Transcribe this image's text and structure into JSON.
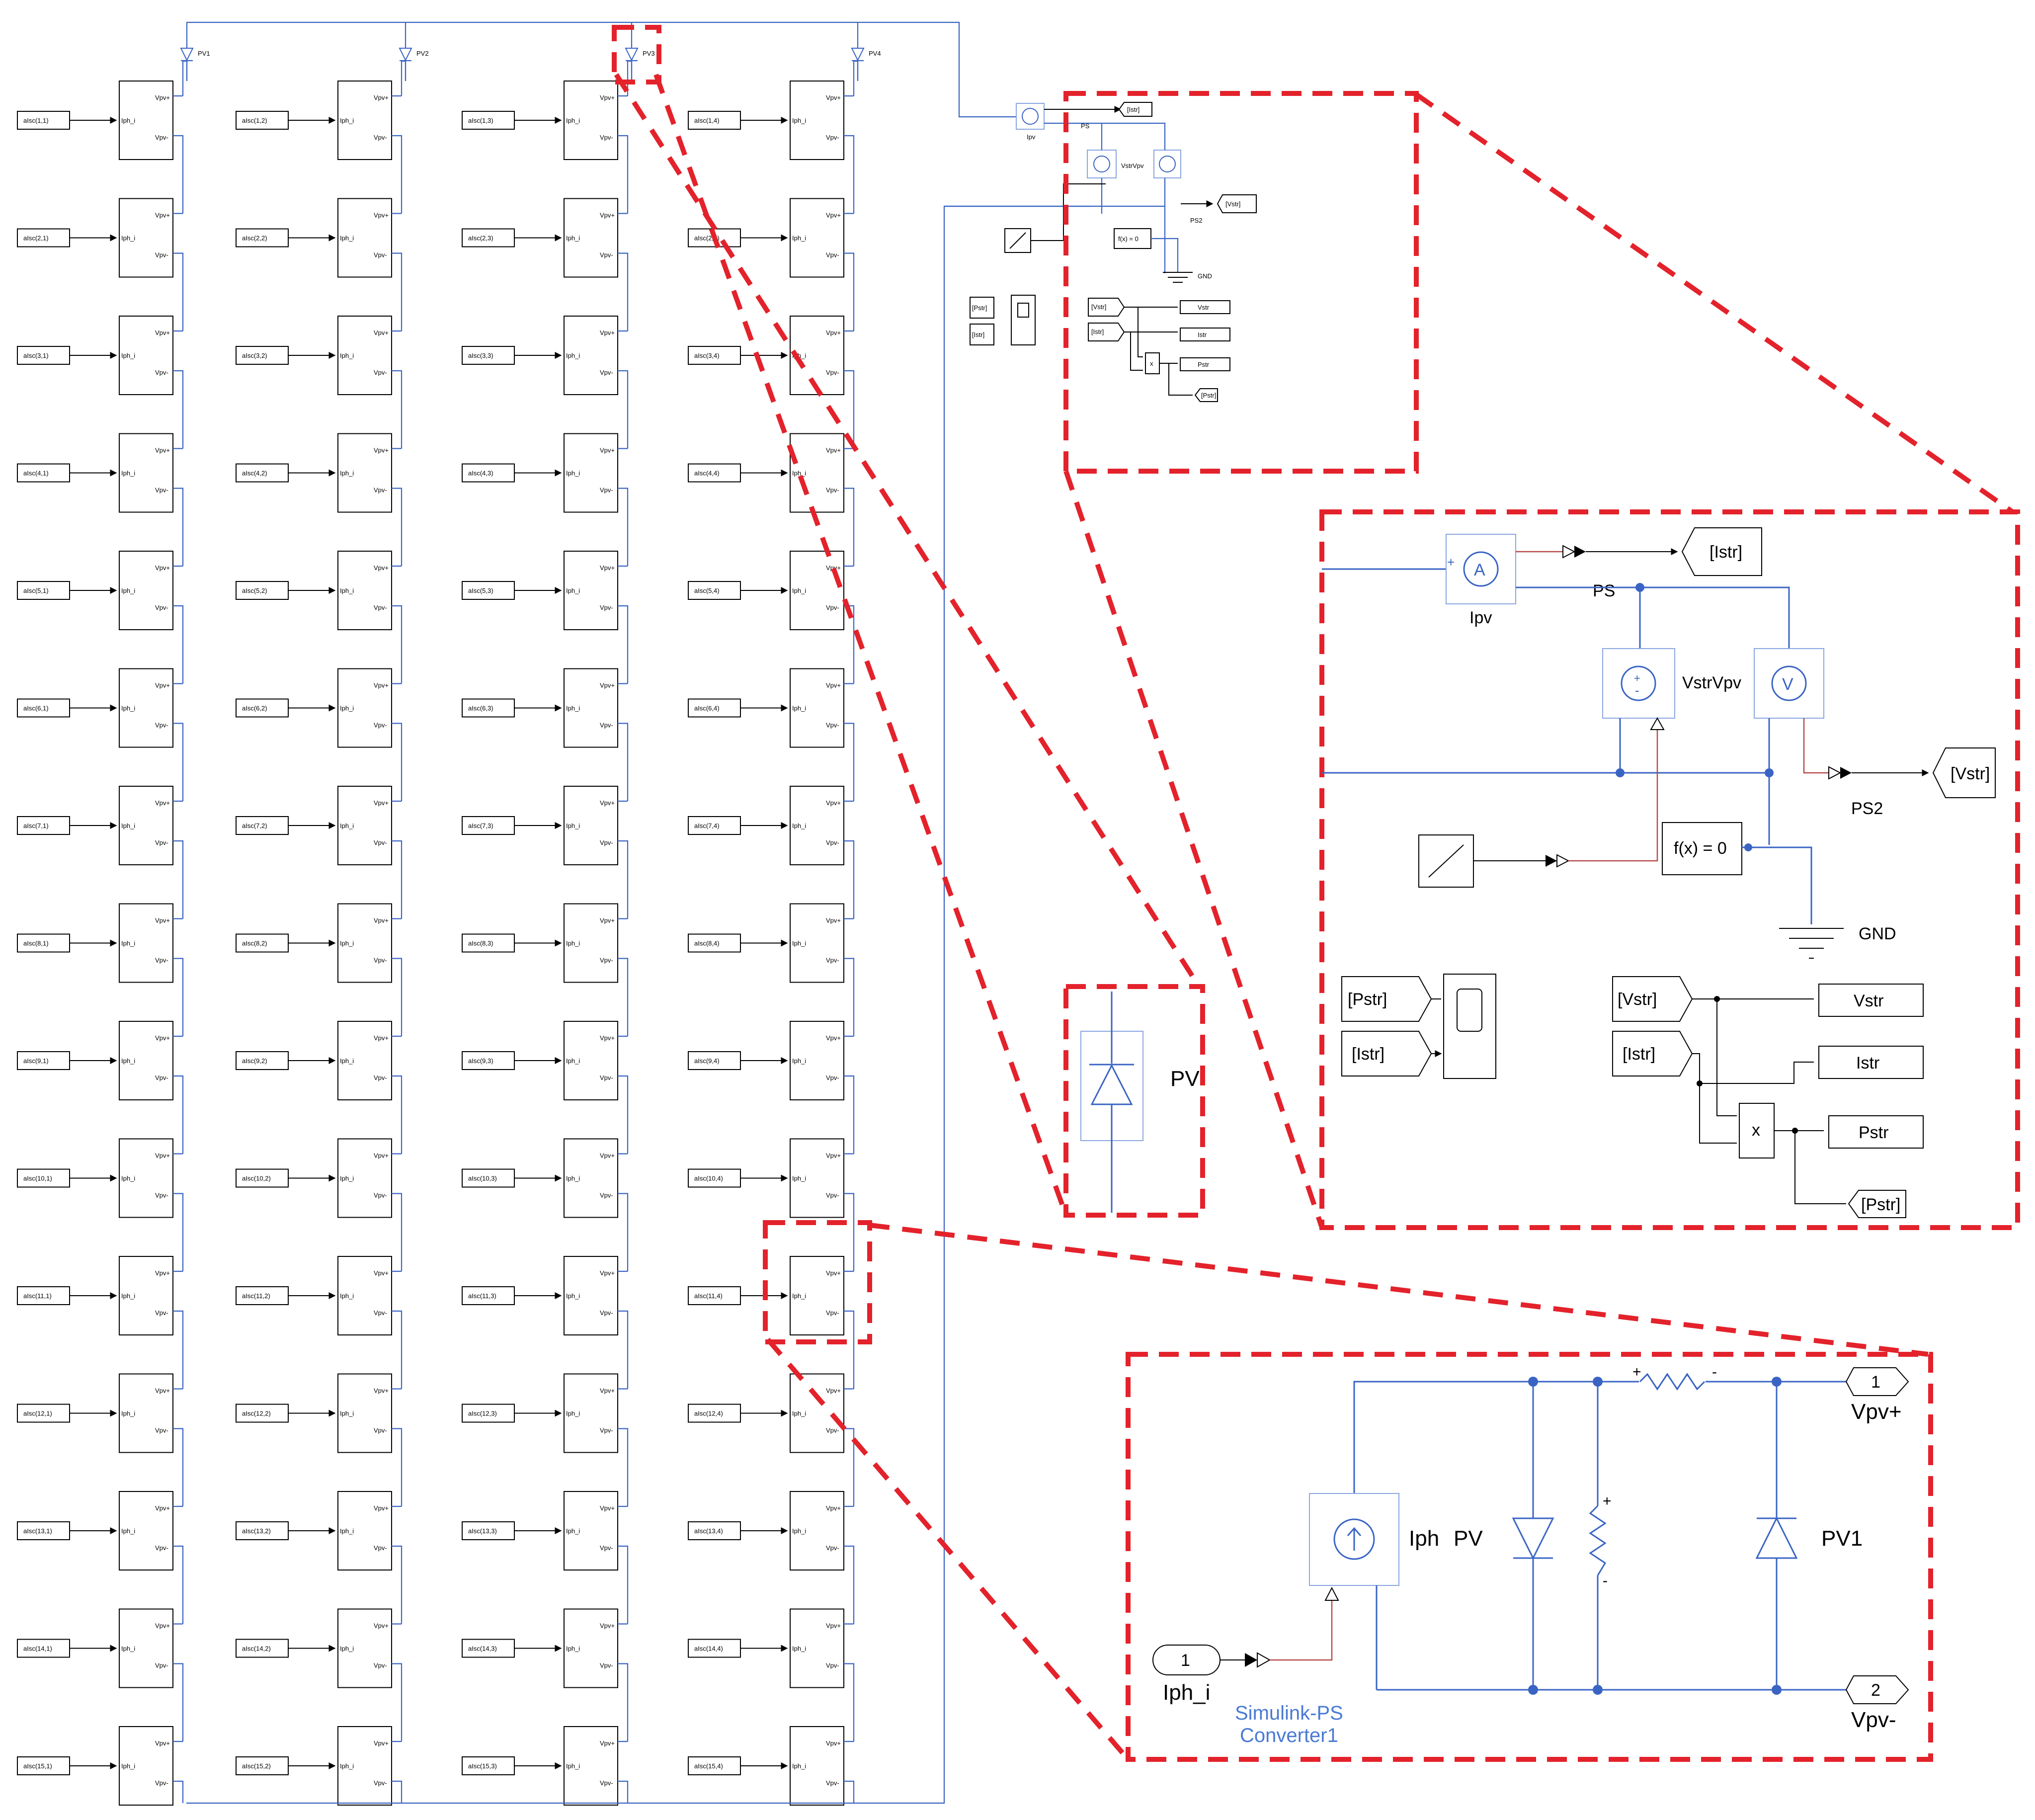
{
  "grid": {
    "rows": 15,
    "cols": 4,
    "column_labels": [
      "PV1",
      "PV2",
      "PV3",
      "PV4"
    ],
    "block_port_labels": {
      "in": "Iph_i",
      "pos": "Vpv+",
      "neg": "Vpv-"
    },
    "input_label_prefix": "aIsc"
  },
  "overview": {
    "labels": {
      "ipv": "Ipv",
      "ps": "PS",
      "vstr_vpv": "VstrVpv",
      "ps2": "PS2",
      "gnd": "GND",
      "fx": "f(x) = 0",
      "istr_tag": "[Istr]",
      "vstr_tag": "[Vstr]",
      "pstr_tag": "[Pstr]",
      "vstr_out": "Vstr",
      "istr_out": "Istr",
      "pstr_out": "Pstr",
      "mult": "x"
    }
  },
  "zoom_top": {
    "ipv_label": "Ipv",
    "ps_label": "PS",
    "vstr_vpv_label": "VstrVpv",
    "ps2_label": "PS2",
    "fx_label": "f(x) = 0",
    "gnd_label": "GND",
    "istr_goto": "[Istr]",
    "vstr_goto": "[Vstr]",
    "scope_in_1": "[Pstr]",
    "scope_in_2": "[Istr]",
    "from_vstr": "[Vstr]",
    "from_istr": "[Istr]",
    "out_vstr": "Vstr",
    "out_istr": "Istr",
    "out_pstr": "Pstr",
    "goto_pstr": "[Pstr]",
    "mult_label": "x",
    "ammeter_symbol": "A",
    "voltmeter_symbol": "V"
  },
  "zoom_pv": {
    "label": "PV"
  },
  "zoom_bottom": {
    "iph_label": "Iph",
    "pv_label": "PV",
    "pv1_label": "PV1",
    "in_port_number": "1",
    "in_port_label": "Iph_i",
    "converter_label_1": "Simulink-PS",
    "converter_label_2": "Converter1",
    "out1_number": "1",
    "out1_label": "Vpv+",
    "out2_number": "2",
    "out2_label": "Vpv-",
    "plus": "+",
    "minus": "-"
  }
}
